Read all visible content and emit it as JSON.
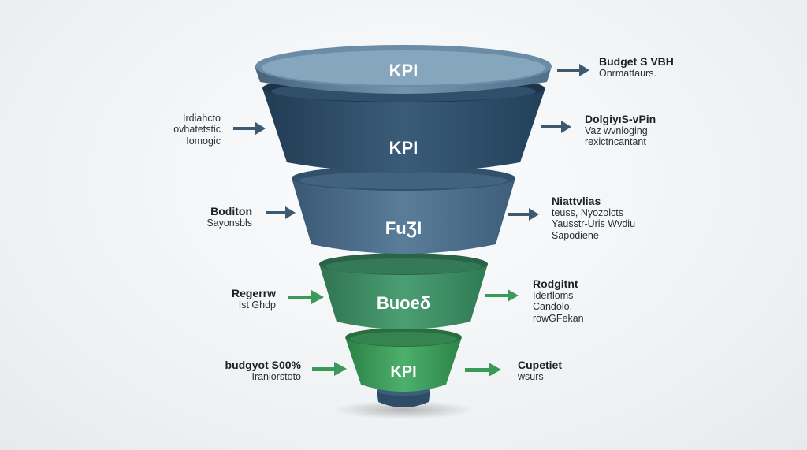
{
  "funnel": {
    "stages": [
      {
        "label": "KPI",
        "color": "#5b7d96"
      },
      {
        "label": "KPI",
        "color": "#2f4f6a"
      },
      {
        "label": "FuƷI",
        "color": "#4f6e8a"
      },
      {
        "label": "Buoeδ",
        "color": "#3f8a64"
      },
      {
        "label": "KPI",
        "color": "#3a9a5a"
      }
    ]
  },
  "annotations": {
    "right": [
      {
        "title": "Budget S VBH",
        "lines": [
          "Onrmattaurs."
        ]
      },
      {
        "title": "DolgiyıS-vPin",
        "lines": [
          "Vaz wvnloging",
          "rexictncantant"
        ]
      },
      {
        "title": "Niattvlias",
        "lines": [
          "teuss, Nyozolcts",
          "Yausstr-Uris Wvdiu",
          "Sapodiene"
        ]
      },
      {
        "title": "Rodgitnt",
        "lines": [
          "Iderfloms",
          "Candolo,",
          "rowGFekan"
        ]
      },
      {
        "title": "Cupetiet",
        "lines": [
          "wsurs"
        ]
      }
    ],
    "left": [
      {
        "title": "",
        "lines": [
          "Irdiahcto",
          "ovhatetstic",
          "Iomogic"
        ]
      },
      {
        "title": "Boditon",
        "lines": [
          "Sayonsbls"
        ]
      },
      {
        "title": "Regerrw",
        "lines": [
          "Ist Ghdp"
        ]
      },
      {
        "title": "budgyot S00%",
        "lines": [
          "Iranlorstoto"
        ]
      }
    ]
  },
  "colors": {
    "arrow_blue": "#3d5a72",
    "arrow_green": "#3a9a5a"
  }
}
